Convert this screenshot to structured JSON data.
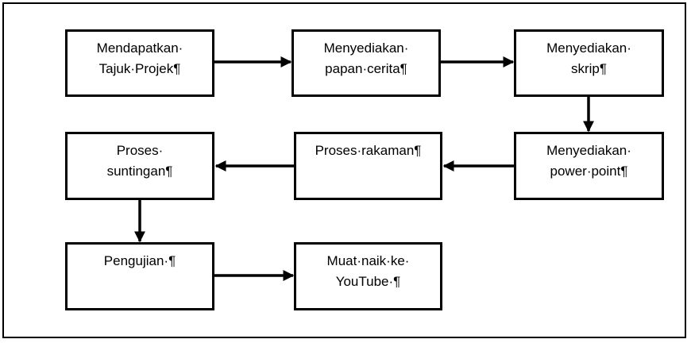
{
  "diagram": {
    "steps": [
      {
        "id": "s1",
        "label": "Mendapatkan·\nTajuk·Projek¶"
      },
      {
        "id": "s2",
        "label": "Menyediakan·\npapan·cerita¶"
      },
      {
        "id": "s3",
        "label": "Menyediakan·\nskrip¶"
      },
      {
        "id": "s4",
        "label": "Menyediakan·\npower·point¶"
      },
      {
        "id": "s5",
        "label": "Proses·rakaman¶"
      },
      {
        "id": "s6",
        "label": "Proses·\nsuntingan¶"
      },
      {
        "id": "s7",
        "label": "Pengujian·¶"
      },
      {
        "id": "s8",
        "label": "Muat·naik·ke·\nYouTube·¶"
      }
    ]
  }
}
